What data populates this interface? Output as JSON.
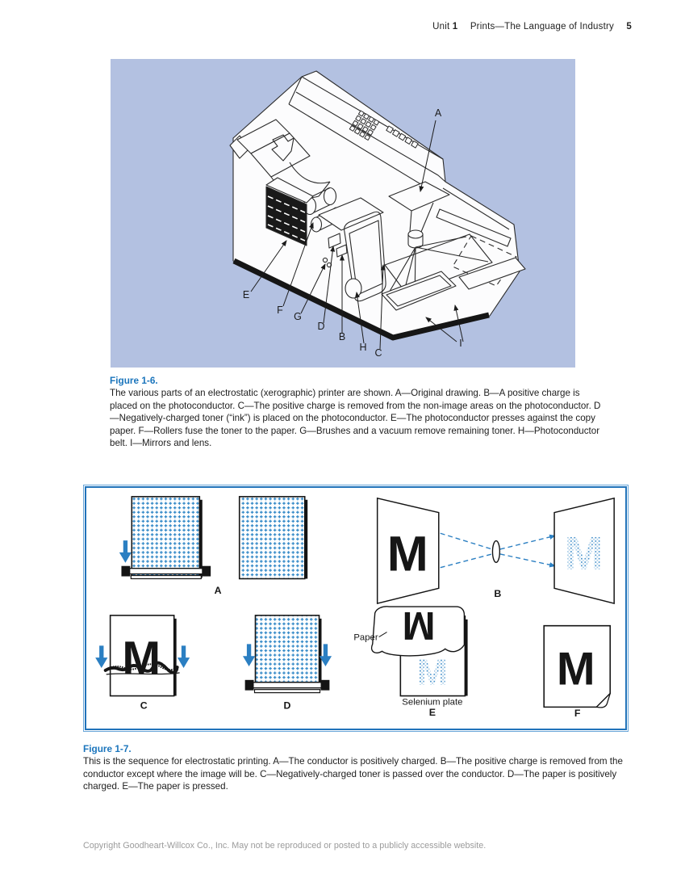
{
  "page": {
    "header": {
      "unit_label": "Unit",
      "unit_number": "1",
      "title": "Prints—The Language of Industry",
      "page_number": "5"
    },
    "footer_text": "Copyright Goodheart-Willcox Co., Inc. May not be reproduced or posted to a publicly accessible website."
  },
  "figure_1_6": {
    "label": "Figure 1-6.",
    "caption": "The various parts of an electrostatic (xerographic) printer are shown. A—Original drawing. B—A positive charge is placed on the photoconductor. C—The positive charge is removed from the non-image areas on the photoconductor. D—Negatively-charged toner (“ink”) is placed on the photoconductor. E—The photoconductor presses against the copy paper. F—Rollers fuse the toner to the paper. G—Brushes and a vacuum remove remaining toner. H—Photoconductor belt. I—Mirrors and lens.",
    "callouts": [
      "A",
      "B",
      "C",
      "D",
      "E",
      "F",
      "G",
      "H",
      "I"
    ],
    "background_color": "#b3c1e1"
  },
  "figure_1_7": {
    "label": "Figure 1-7.",
    "caption": "This is the sequence for electrostatic printing. A—The conductor is positively charged. B—The positive charge is removed from the conductor except where the image will be. C—Negatively-charged toner is passed over the conductor. D—The paper is positively charged. E—The paper is pressed.",
    "panel_labels": [
      "A",
      "B",
      "C",
      "D",
      "E",
      "F"
    ],
    "annotations": {
      "paper": "Paper",
      "selenium_plate": "Selenium plate"
    },
    "image_letter": "M",
    "border_color": "#2173ba",
    "accent_blue": "#2b7fc2",
    "toner_dot_blue": "#2e86c6"
  }
}
